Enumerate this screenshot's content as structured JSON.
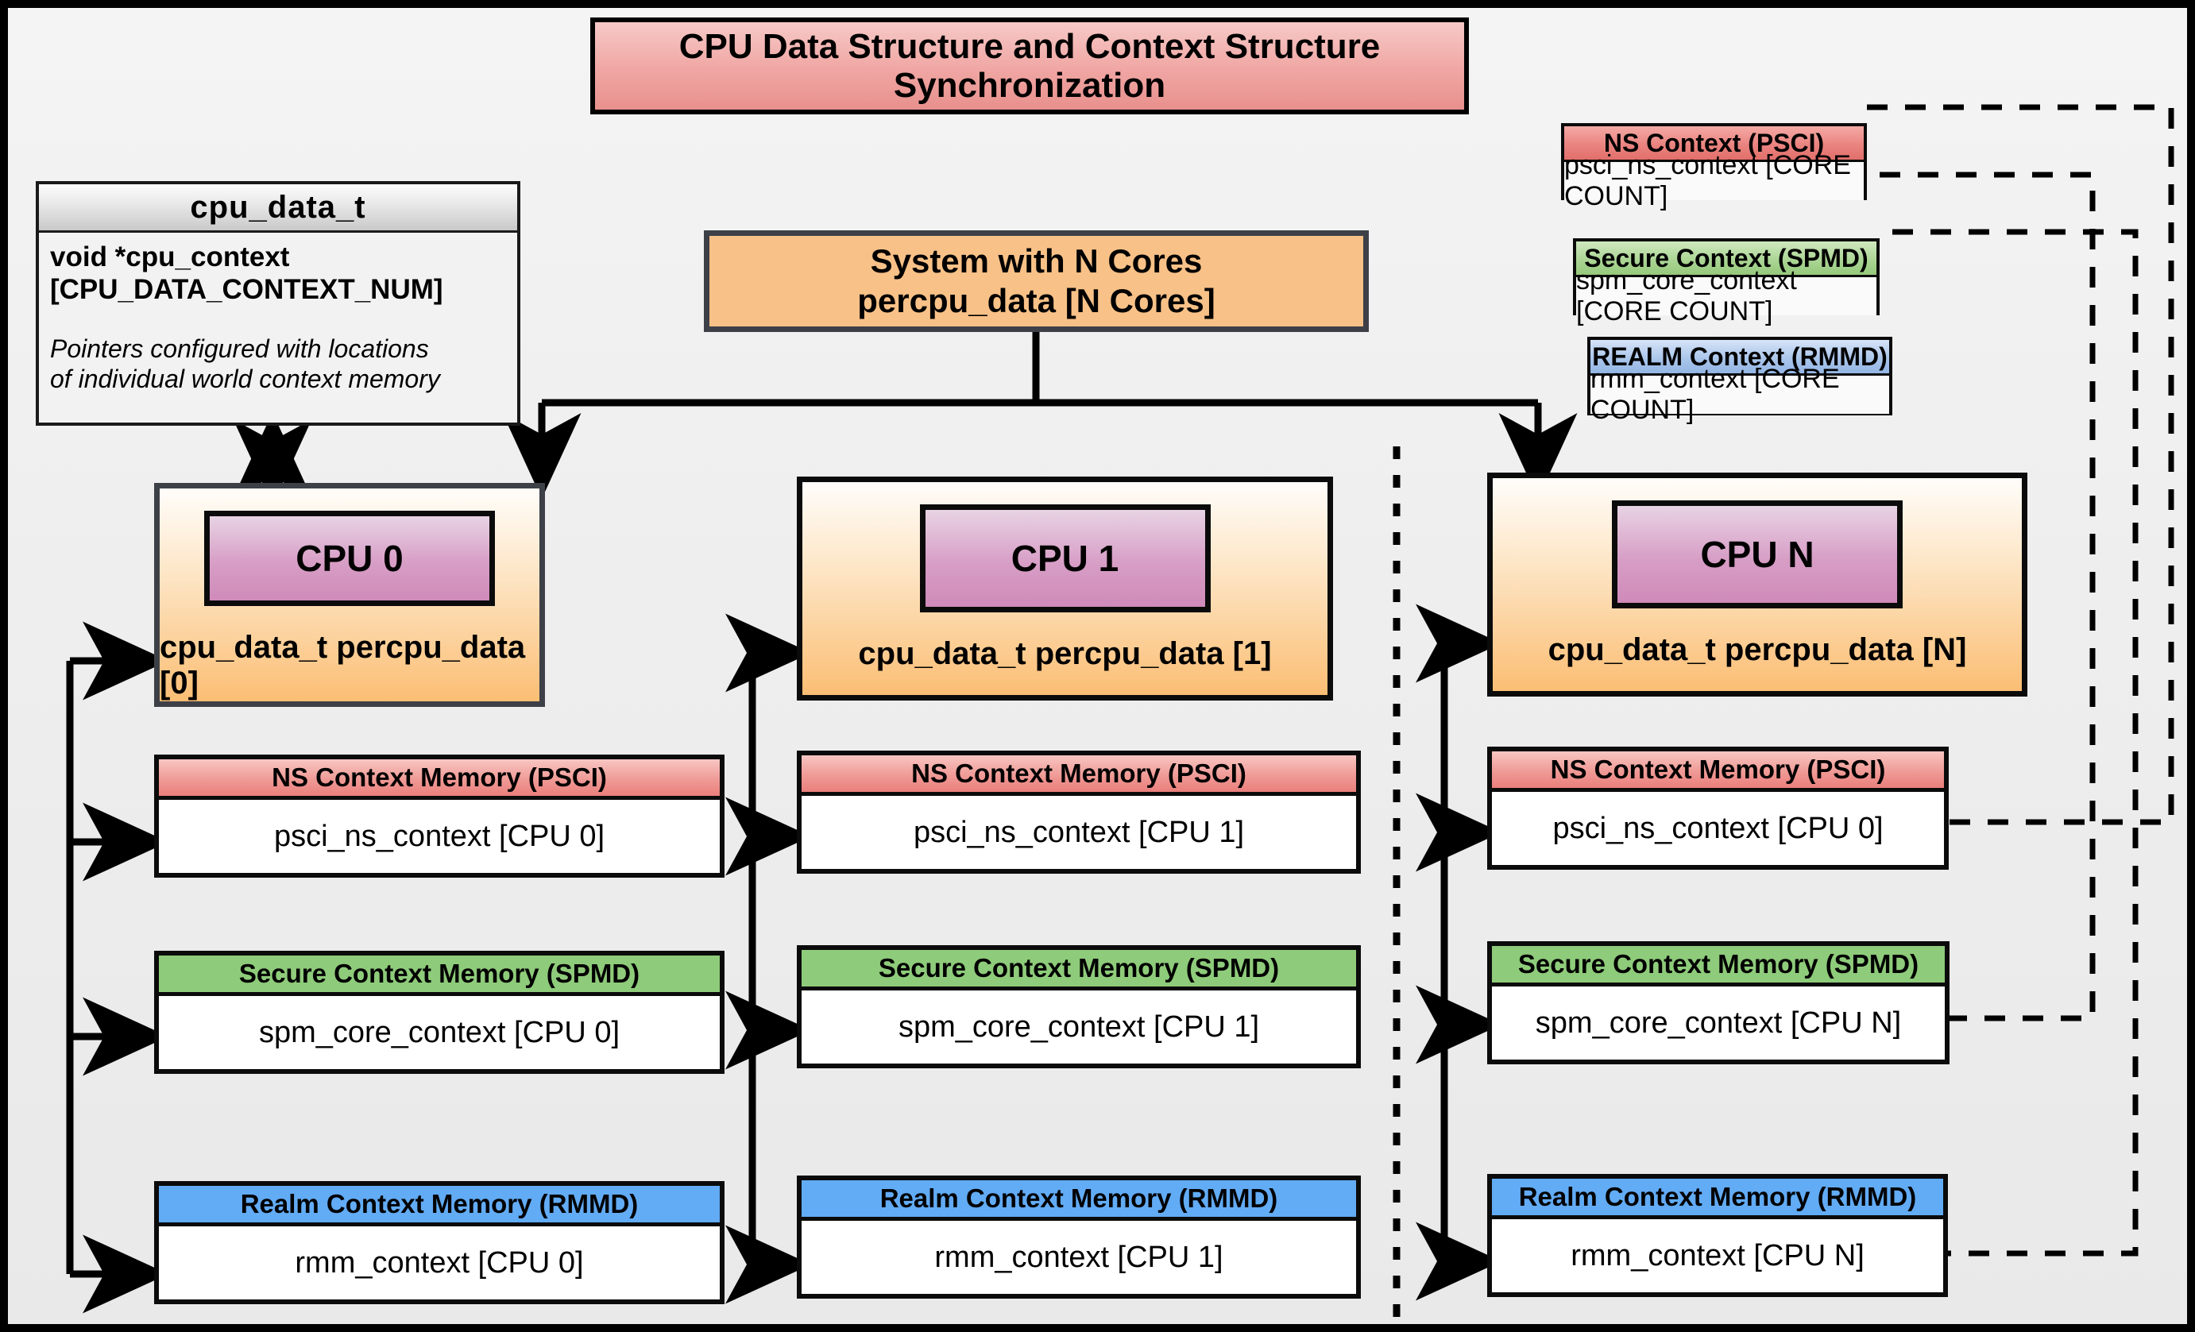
{
  "title": "CPU Data Structure and Context Structure Synchronization",
  "struct": {
    "name": "cpu_data_t",
    "field": "void  *cpu_context [CPU_DATA_CONTEXT_NUM]",
    "note": "Pointers configured with locations of individual world context memory"
  },
  "system": {
    "line1": "System with N Cores",
    "line2": "percpu_data [N Cores]"
  },
  "global_contexts": [
    {
      "header": "NS Context  (PSCI)",
      "body": "psci_ns_context [CORE COUNT]",
      "kind": "psci"
    },
    {
      "header": "Secure Context (SPMD)",
      "body": "spm_core_context [CORE COUNT]",
      "kind": "spmd"
    },
    {
      "header": "REALM Context (RMMD)",
      "body": "rmm_context [CORE COUNT]",
      "kind": "rmmd"
    }
  ],
  "cpus": [
    {
      "chip": "CPU 0",
      "caption": "cpu_data_t percpu_data [0]",
      "memories": [
        {
          "header": "NS Context Memory (PSCI)",
          "body": "psci_ns_context [CPU 0]",
          "kind": "psci"
        },
        {
          "header": "Secure Context Memory (SPMD)",
          "body": "spm_core_context [CPU 0]",
          "kind": "spmd"
        },
        {
          "header": "Realm Context Memory (RMMD)",
          "body": "rmm_context [CPU 0]",
          "kind": "rmmd"
        }
      ]
    },
    {
      "chip": "CPU 1",
      "caption": "cpu_data_t percpu_data [1]",
      "memories": [
        {
          "header": "NS Context Memory (PSCI)",
          "body": "psci_ns_context [CPU 1]",
          "kind": "psci"
        },
        {
          "header": "Secure Context Memory (SPMD)",
          "body": "spm_core_context [CPU 1]",
          "kind": "spmd"
        },
        {
          "header": "Realm Context Memory (RMMD)",
          "body": "rmm_context [CPU 1]",
          "kind": "rmmd"
        }
      ]
    },
    {
      "chip": "CPU N",
      "caption": "cpu_data_t percpu_data [N]",
      "memories": [
        {
          "header": "NS Context Memory (PSCI)",
          "body": "psci_ns_context [CPU 0]",
          "kind": "psci"
        },
        {
          "header": "Secure Context Memory (SPMD)",
          "body": "spm_core_context [CPU N]",
          "kind": "spmd"
        },
        {
          "header": "Realm Context Memory (RMMD)",
          "body": "rmm_context [CPU N]",
          "kind": "rmmd"
        }
      ]
    }
  ],
  "colors": {
    "psci": "#ea7f7c",
    "spmd": "#8ecb7a",
    "rmmd": "#62abf5",
    "cpu_card": "#fbbe74",
    "chip": "#cf8ab9",
    "title_bar": "#e8908d",
    "background": "#eeeeee",
    "border": "#000000"
  }
}
